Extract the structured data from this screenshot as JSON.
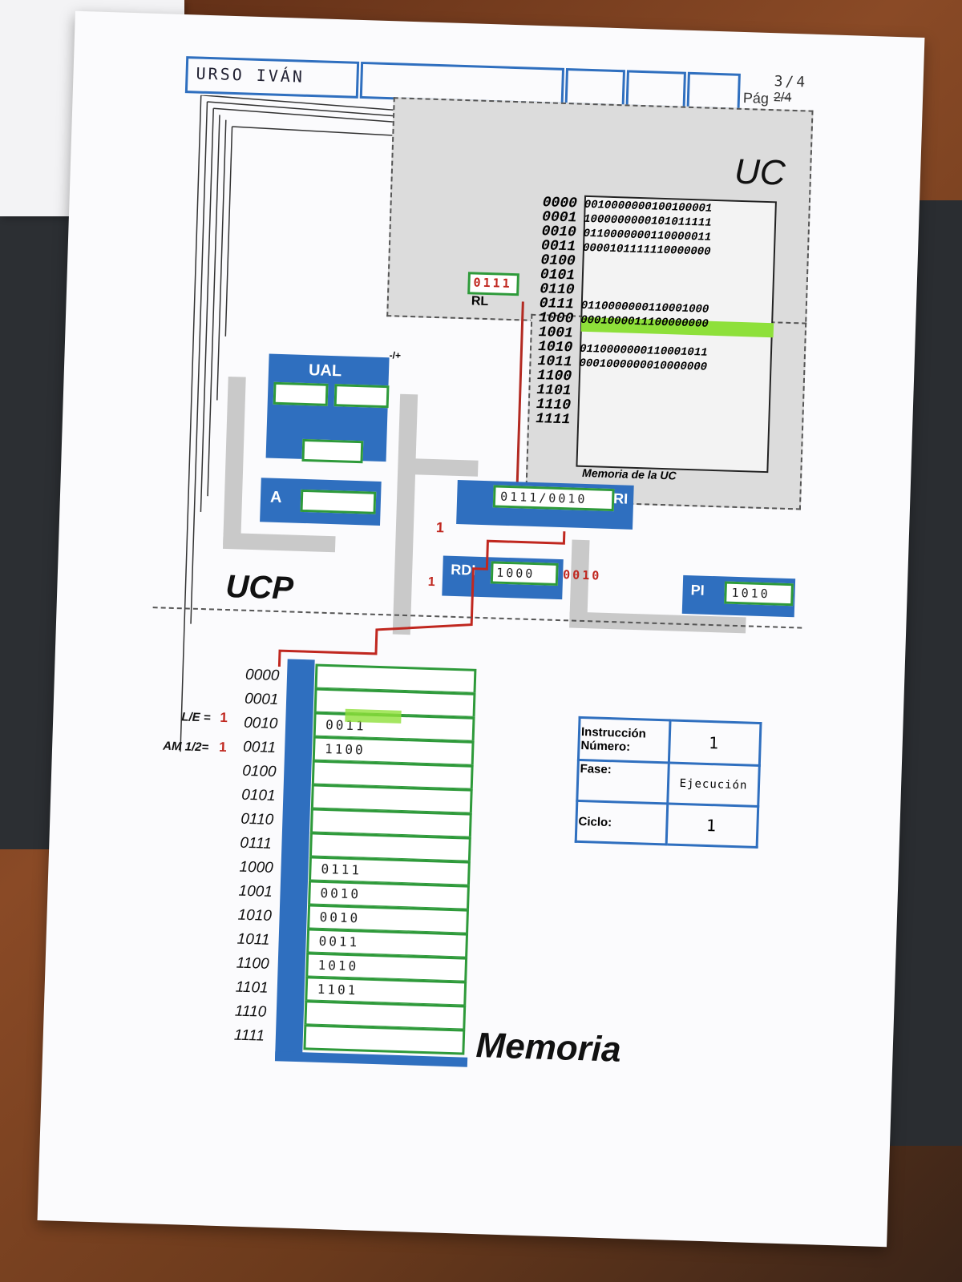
{
  "header": {
    "name": "URSO IVÁN",
    "page_label": "Pág",
    "page_number_printed": "2/4",
    "page_number_hand": "3/4"
  },
  "uc": {
    "title": "UC",
    "memory_title": "Memoria de la UC",
    "rows": [
      {
        "addr": "0000",
        "value": "0010000000100100001"
      },
      {
        "addr": "0001",
        "value": "1000000000101011111"
      },
      {
        "addr": "0010",
        "value": "0110000000110000011"
      },
      {
        "addr": "0011",
        "value": "0000101111110000000"
      },
      {
        "addr": "0100",
        "value": ""
      },
      {
        "addr": "0101",
        "value": ""
      },
      {
        "addr": "0110",
        "value": ""
      },
      {
        "addr": "0111",
        "value": "0110000000110001000"
      },
      {
        "addr": "1000",
        "value": "0001000011100000000"
      },
      {
        "addr": "1001",
        "value": ""
      },
      {
        "addr": "1010",
        "value": "0110000000110001011"
      },
      {
        "addr": "1011",
        "value": "0001000000010000000"
      },
      {
        "addr": "1100",
        "value": ""
      },
      {
        "addr": "1101",
        "value": ""
      },
      {
        "addr": "1110",
        "value": ""
      },
      {
        "addr": "1111",
        "value": ""
      }
    ],
    "rl_label": "RL",
    "rl_value": "0111"
  },
  "ucp": {
    "title": "UCP",
    "ual_label": "UAL",
    "ual_sign": "-/+",
    "a_label": "A",
    "ri_label": "RI",
    "ri_value": "0111/0010",
    "rdi_label": "RDI",
    "rdi_value": "1000",
    "rdi_side": "0010",
    "pi_label": "PI",
    "pi_value": "1010",
    "ri_mark": "1",
    "rdi_mark": "1"
  },
  "memory": {
    "title": "Memoria",
    "le_label": "L/E =",
    "le_value": "1",
    "am_label": "AM 1/2=",
    "am_value": "1",
    "rows": [
      {
        "addr": "0000",
        "value": ""
      },
      {
        "addr": "0001",
        "value": ""
      },
      {
        "addr": "0010",
        "value": "0011"
      },
      {
        "addr": "0011",
        "value": "1100"
      },
      {
        "addr": "0100",
        "value": ""
      },
      {
        "addr": "0101",
        "value": ""
      },
      {
        "addr": "0110",
        "value": ""
      },
      {
        "addr": "0111",
        "value": ""
      },
      {
        "addr": "1000",
        "value": "0111"
      },
      {
        "addr": "1001",
        "value": "0010"
      },
      {
        "addr": "1010",
        "value": "0010"
      },
      {
        "addr": "1011",
        "value": "0011"
      },
      {
        "addr": "1100",
        "value": "1010"
      },
      {
        "addr": "1101",
        "value": "1101"
      },
      {
        "addr": "1110",
        "value": ""
      },
      {
        "addr": "1111",
        "value": ""
      }
    ]
  },
  "status_table": {
    "instruction_label": "Instrucción Número:",
    "instruction_value": "1",
    "phase_label": "Fase:",
    "phase_value": "Ejecución",
    "cycle_label": "Ciclo:",
    "cycle_value": "1"
  },
  "colors": {
    "blue": "#2f6fbf",
    "green": "#2e9a3a",
    "red": "#c0271f",
    "highlight": "#8ee03a"
  }
}
